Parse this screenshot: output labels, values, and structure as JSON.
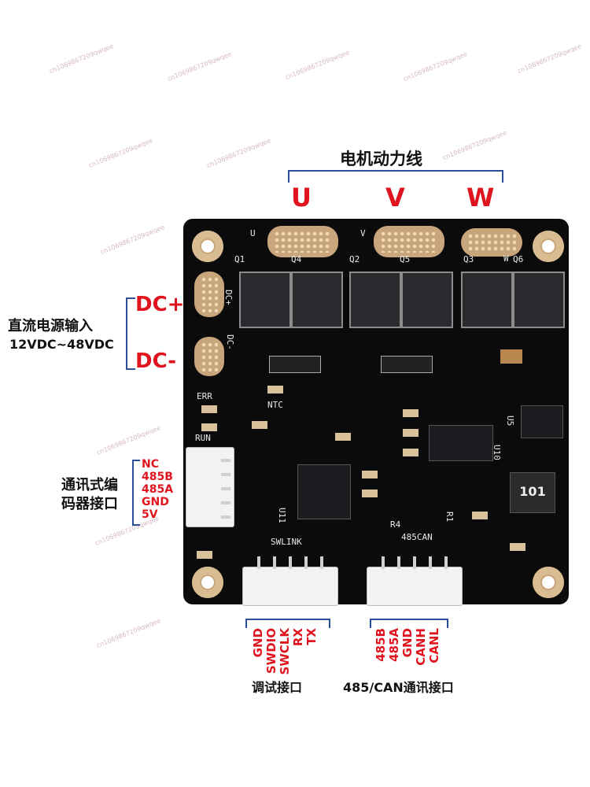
{
  "watermark": "cn1069867209qwqee",
  "motor_power": {
    "title": "电机动力线",
    "phases": [
      "U",
      "V",
      "W"
    ]
  },
  "dc_input": {
    "title": "直流电源输入",
    "range": "12VDC~48VDC",
    "plus": "DC+",
    "minus": "DC-"
  },
  "encoder": {
    "title_line1": "通讯式编",
    "title_line2": "码器接口",
    "pins": [
      "NC",
      "485B",
      "485A",
      "GND",
      "5V"
    ]
  },
  "debug_port": {
    "pins": [
      "GND",
      "SWDIO",
      "SWCLK",
      "RX",
      "TX"
    ],
    "title": "调试接口"
  },
  "comm_port": {
    "pins": [
      "485B",
      "485A",
      "GND",
      "CANH",
      "CANL"
    ],
    "title": "485/CAN通讯接口"
  },
  "silkscreen": {
    "phase_u": "U",
    "phase_v": "V",
    "phase_w": "W",
    "q1": "Q1",
    "q4": "Q4",
    "q2": "Q2",
    "q5": "Q5",
    "q3": "Q3",
    "q6": "Q6",
    "dc_plus": "DC+",
    "dc_minus": "DC-",
    "err": "ERR",
    "ntc": "NTC",
    "run": "RUN",
    "u5": "U5",
    "u10": "U10",
    "u11": "U11",
    "r1": "R1",
    "r4": "R4",
    "swlink": "SWLINK",
    "can485": "485CAN",
    "inductor": "101"
  },
  "colors": {
    "label_red": "#e0141e",
    "brace_blue": "#2d4f9a",
    "board": "#0b0b0c",
    "copper": "#c8a57b"
  }
}
